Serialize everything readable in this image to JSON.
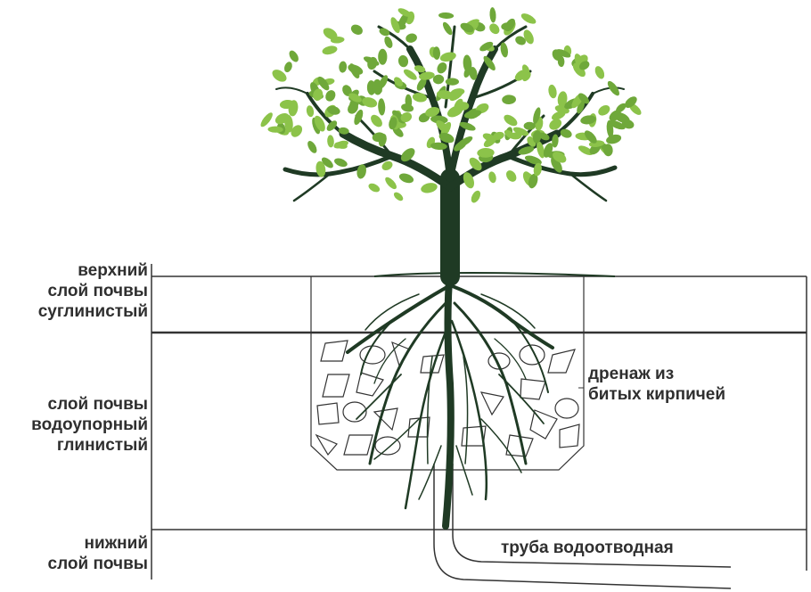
{
  "labels": {
    "top_layer": [
      "верхний",
      "слой почвы",
      "суглинистый"
    ],
    "clay_layer": [
      "слой почвы",
      "водоупорный",
      "глинистый"
    ],
    "bottom_layer": [
      "нижний",
      "слой почвы"
    ],
    "drainage": [
      "дренаж из",
      "битых кирпичей"
    ],
    "pipe": "труба водоотводная"
  },
  "colors": {
    "leaf": "#8cc34a",
    "leaf_dark": "#6fa83a",
    "trunk": "#1f3a24",
    "lines": "#333333",
    "text": "#2f2f2f"
  }
}
